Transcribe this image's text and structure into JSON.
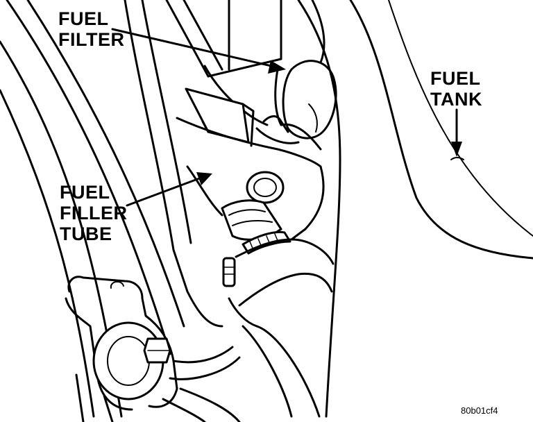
{
  "labels": {
    "fuel_filter": {
      "line1": "FUEL",
      "line2": "FILTER"
    },
    "fuel_tank": {
      "line1": "FUEL",
      "line2": "TANK"
    },
    "fuel_filler_tube": {
      "line1": "FUEL",
      "line2": "FILLER",
      "line3": "TUBE"
    }
  },
  "figure_code": "80b01cf4",
  "colors": {
    "ink": "#000000",
    "paper": "#ffffff"
  }
}
